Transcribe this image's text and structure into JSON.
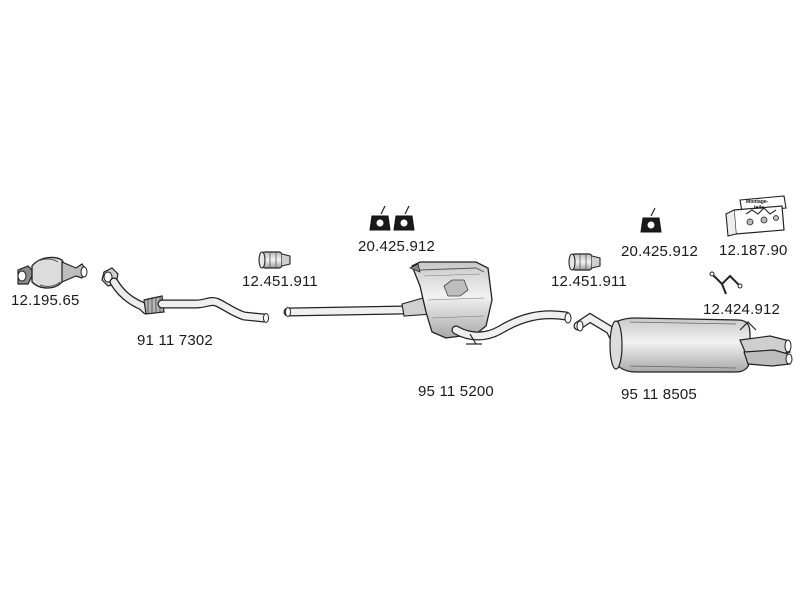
{
  "parts": {
    "catalytic_converter": "12.195.65",
    "front_pipe": "91 11 7302",
    "clamp_front": "12.451.911",
    "hangers_middle": "20.425.912",
    "middle_silencer": "95 11 5200",
    "clamp_rear": "12.451.911",
    "hanger_rear": "20.425.912",
    "mounting_kit": "12.187.90",
    "rear_bracket": "12.424.912",
    "rear_silencer": "95 11 8505"
  },
  "mounting_kit_box_text": [
    "Montage-",
    "teile"
  ],
  "colors": {
    "line": "#222222",
    "part_fill": "#d9d9d9",
    "part_fill_dark": "#9a9a9a",
    "hanger_fill": "#1a1a1a"
  }
}
